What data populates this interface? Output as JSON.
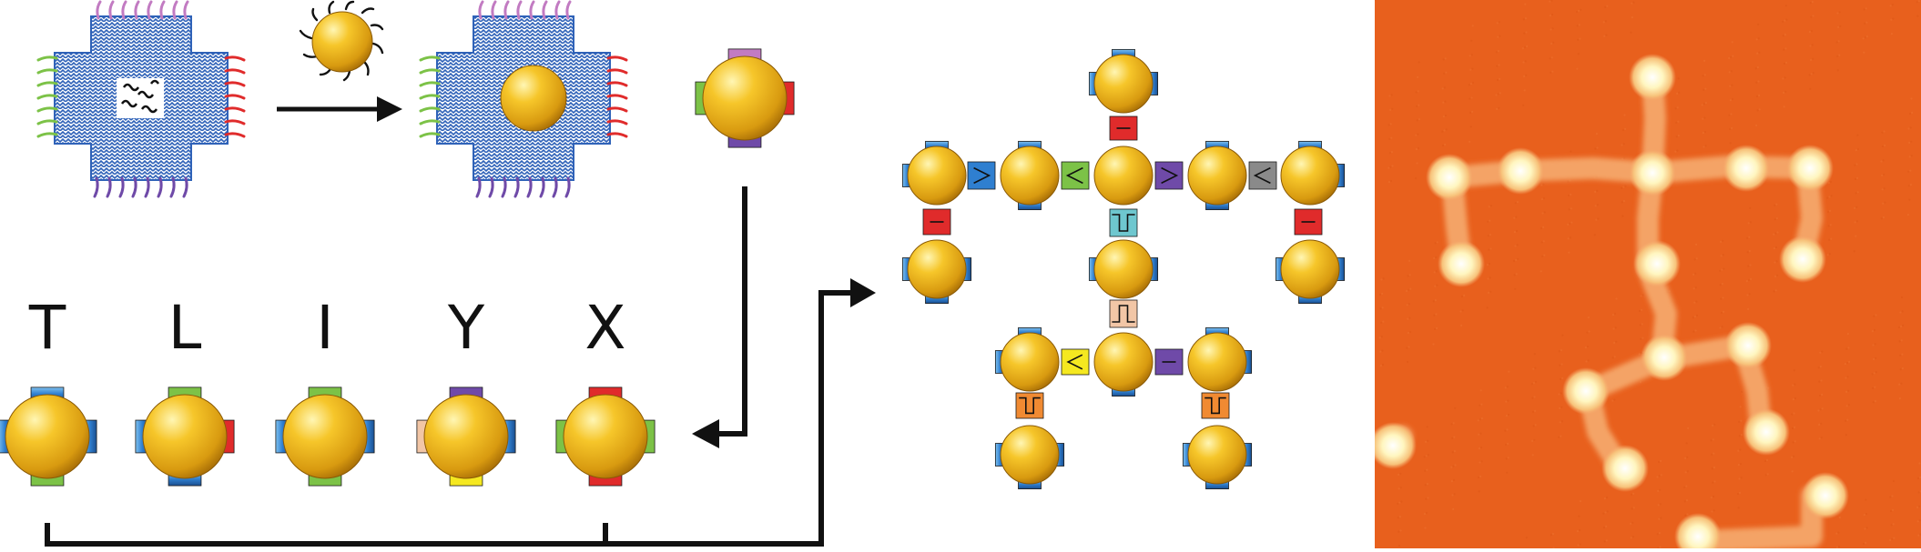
{
  "colors": {
    "gold_light": "#fff2a0",
    "gold_mid": "#f2b81e",
    "gold_dark": "#b07a08",
    "dna_origami": "#2f62b8",
    "linker_blue": "#2f7fd0",
    "handle_pink": "#c27bc2",
    "handle_green": "#7cc247",
    "handle_red": "#e02b2b",
    "handle_purple": "#6f4aa8",
    "handle_yellow": "#f5e820",
    "handle_peach": "#f2c6a6",
    "handle_cyan": "#6ec7cf",
    "handle_orange": "#f08a32",
    "handle_gray": "#8a8a8a",
    "afm_background": "#e8601d",
    "afm_strands": "#f5a76a",
    "afm_particles": "#fff8c8",
    "arrow": "#111111"
  },
  "panels": {
    "assembly": {
      "description_items": [
        "dna-origami-frame",
        "ligand-coated-gold-nanoparticle",
        "encapsulated-particle",
        "programmed-particle"
      ]
    },
    "building_blocks": {
      "letters": [
        "T",
        "L",
        "I",
        "Y",
        "X"
      ]
    },
    "afm_image": {
      "label": ""
    }
  }
}
